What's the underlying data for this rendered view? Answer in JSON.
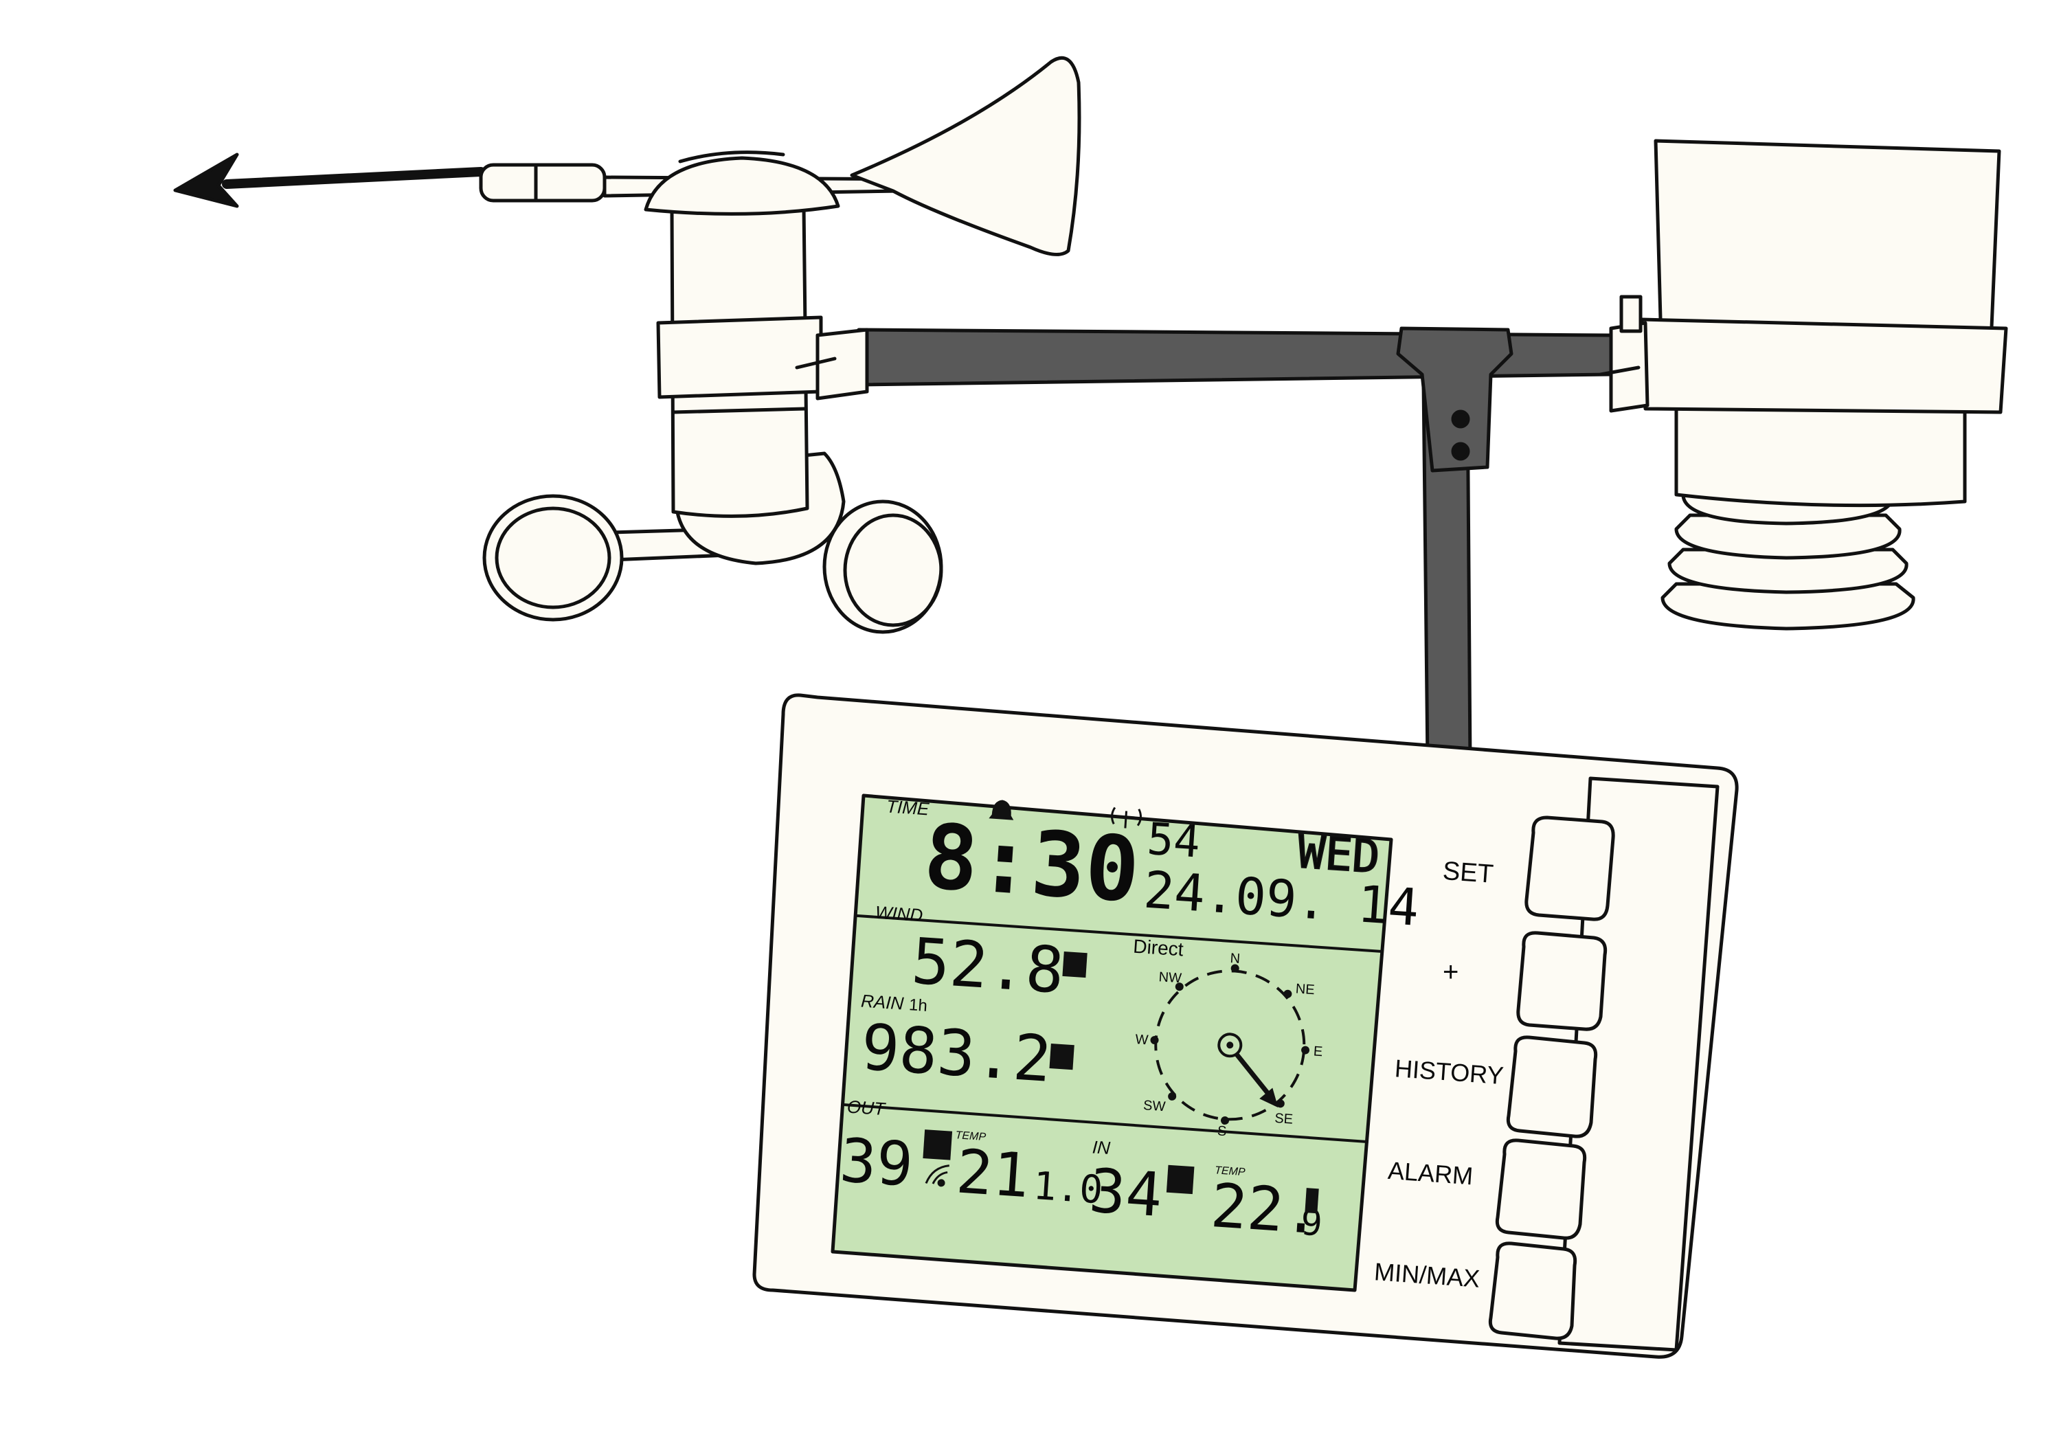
{
  "colors": {
    "outline": "#111111",
    "body": "#fdfbf4",
    "pole": "#595959",
    "lcd_bg": "#c7e3b6",
    "lcd_ink": "#0a0a0a"
  },
  "display": {
    "time_label": "TIME",
    "time": "8:30",
    "seconds": "54",
    "weekday": "WED",
    "date": "24.09. 14",
    "wind_label": "WIND",
    "wind_speed": "52.8",
    "direction_label": "Direct",
    "compass": {
      "n": "N",
      "ne": "NE",
      "e": "E",
      "se": "SE",
      "s": "S",
      "sw": "SW",
      "w": "W",
      "nw": "NW"
    },
    "wind_direction": "SE",
    "rain_label": "RAIN",
    "rain_period": "1h",
    "rain": "983.2",
    "out_label": "OUT",
    "out_humidity": "39",
    "temp_label_out": "TEMP",
    "out_temp_main": "21",
    "out_temp_decimal": "1.0",
    "in_label": "IN",
    "in_humidity": "34",
    "temp_label_in": "TEMP",
    "in_temp_main": "22.",
    "in_temp_decimal": "9",
    "icons": [
      "alarm-bell-icon",
      "radio-signal-icon",
      "wireless-signal-icon"
    ]
  },
  "buttons": {
    "set": "SET",
    "plus": "+",
    "history": "HISTORY",
    "alarm": "ALARM",
    "minmax": "MIN/MAX"
  }
}
